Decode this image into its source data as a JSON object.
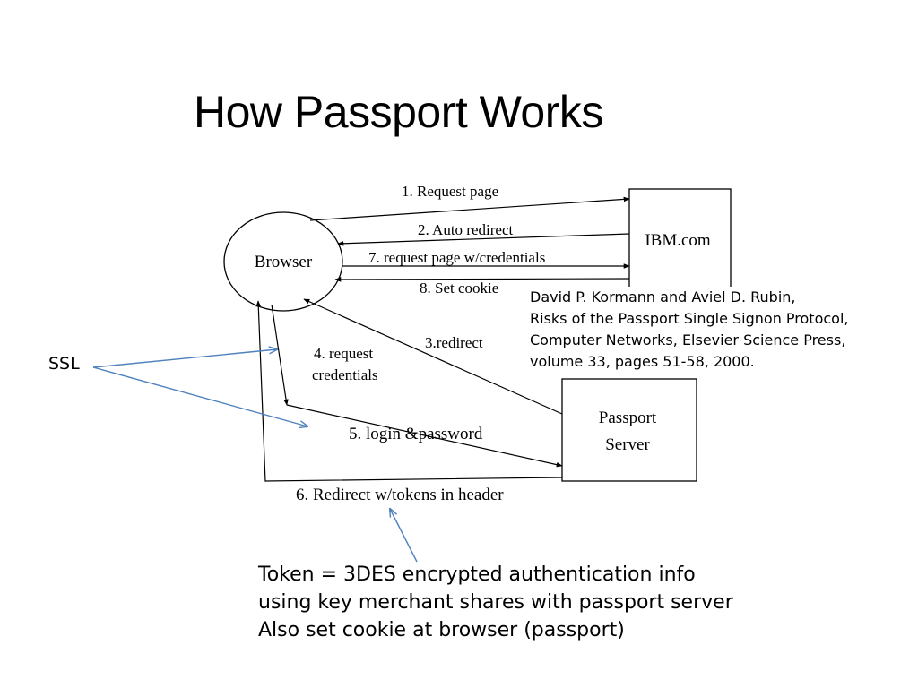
{
  "slide": {
    "title": "How Passport Works"
  },
  "diagram": {
    "nodes": {
      "browser": "Browser",
      "ibm": "IBM.com",
      "passport_server_line1": "Passport",
      "passport_server_line2": "Server"
    },
    "steps": {
      "s1": "1. Request page",
      "s2": "2. Auto redirect",
      "s7": "7. request page w/credentials",
      "s8": "8. Set cookie",
      "s3": "3.redirect",
      "s4_line1": "4. request",
      "s4_line2": "credentials",
      "s5": "5. login &password",
      "s6": "6. Redirect w/tokens in header"
    },
    "colors": {
      "diagram_line": "#000000",
      "annotation_arrow": "#4f81bd"
    }
  },
  "citation": {
    "line1": "David P. Kormann and Aviel D. Rubin,",
    "line2": "Risks of the Passport Single Signon Protocol,",
    "line3": "Computer Networks, Elsevier Science Press,",
    "line4": "volume 33, pages 51-58, 2000."
  },
  "annotations": {
    "ssl": "SSL",
    "token_line1": "Token = 3DES encrypted authentication info",
    "token_line2": "using key merchant shares with passport server",
    "token_line3": "Also set cookie at browser (passport)"
  }
}
